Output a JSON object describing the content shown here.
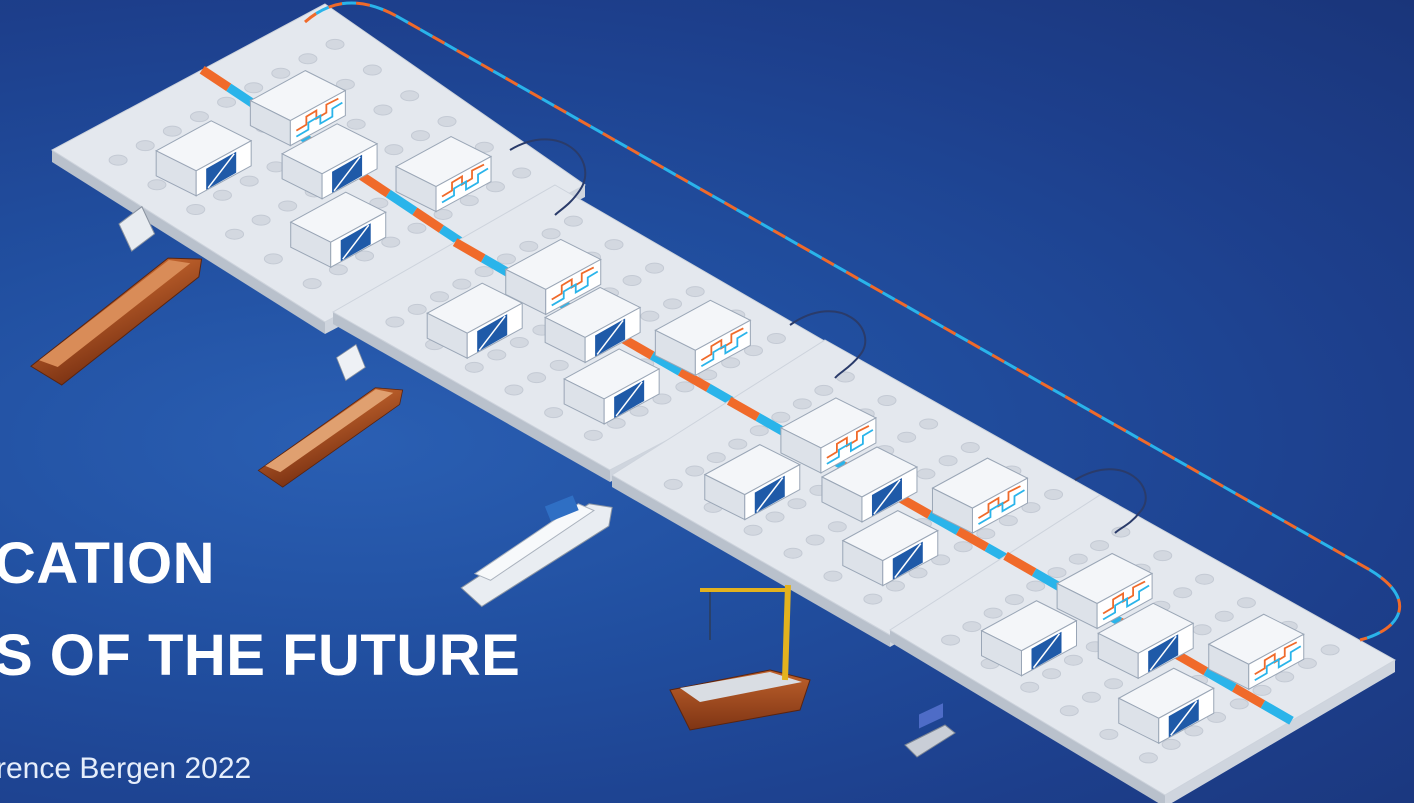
{
  "slide": {
    "title_line1": "CATION",
    "title_line2": "S OF THE FUTURE",
    "subtitle": "rence Bergen 2022"
  },
  "colors": {
    "background": "#1f4596",
    "platform": "#e4e8ee",
    "cable_orange": "#f06a2a",
    "cable_blue": "#2ab4ea",
    "converter_blue": "#1f5aa8",
    "text": "#ffffff"
  },
  "illustration": {
    "platforms": [
      "platform-1",
      "platform-2",
      "platform-3",
      "platform-4"
    ],
    "ships": [
      "tanker-ship-icon",
      "container-ship-icon",
      "cruise-ship-icon",
      "crane-vessel-icon",
      "ferry-icon"
    ]
  }
}
